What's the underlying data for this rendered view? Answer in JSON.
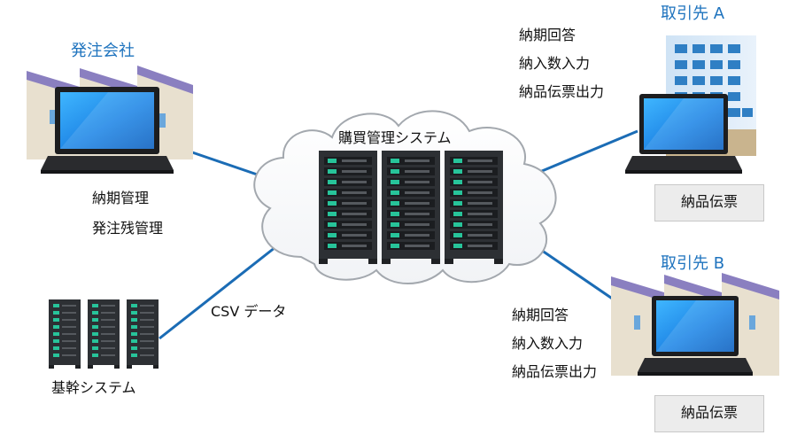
{
  "ordering_company": {
    "title": "発注会社",
    "functions": [
      "納期管理",
      "発注残管理"
    ]
  },
  "center_system": {
    "title": "購買管理システム"
  },
  "core_system": {
    "title": "基幹システム",
    "link_label": "CSV データ"
  },
  "supplier_a": {
    "title": "取引先 A",
    "functions": [
      "納期回答",
      "納入数入力",
      "納品伝票出力"
    ],
    "document": "納品伝票"
  },
  "supplier_b": {
    "title": "取引先 B",
    "functions": [
      "納期回答",
      "納入数入力",
      "納品伝票出力"
    ],
    "document": "納品伝票"
  },
  "colors": {
    "connector": "#1b6cb5",
    "title_text": "#1e73be",
    "roof": "#8a7fc0",
    "wall": "#e8e0cf",
    "server_led": "#27c49a"
  },
  "icons": [
    "factory-icon",
    "laptop-icon",
    "cloud-icon",
    "server-rack-icon",
    "office-building-icon"
  ]
}
